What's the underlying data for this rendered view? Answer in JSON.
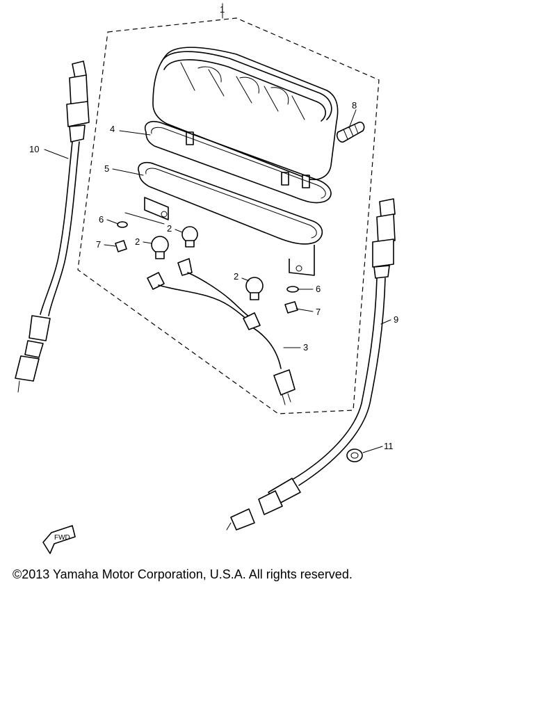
{
  "callouts": {
    "c1": "1",
    "c2a": "2",
    "c2b": "2",
    "c2c": "2",
    "c3": "3",
    "c4": "4",
    "c5": "5",
    "c6a": "6",
    "c6b": "6",
    "c7a": "7",
    "c7b": "7",
    "c8": "8",
    "c9": "9",
    "c10": "10",
    "c11": "11"
  },
  "fwd_label": "FWD",
  "copyright": "©2013 Yamaha Motor Corporation, U.S.A. All rights reserved."
}
